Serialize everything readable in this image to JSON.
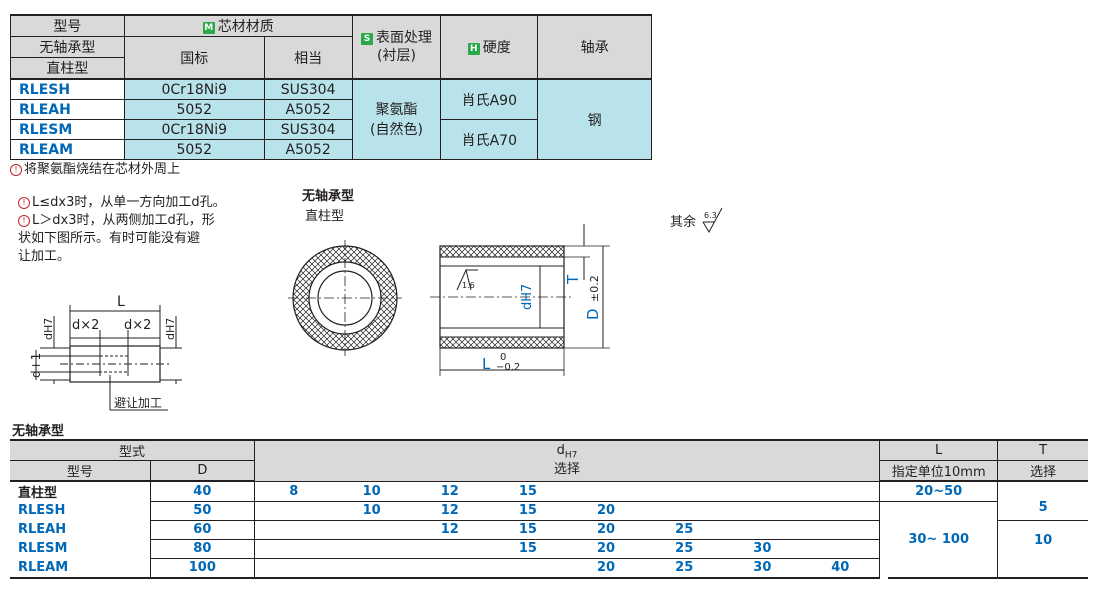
{
  "material_table": {
    "col_model": "型号",
    "col_core_material": "芯材材质",
    "badge_m": "M",
    "badge_s": "S",
    "badge_h": "H",
    "sub_no_bearing": "无轴承型",
    "sub_straight": "直柱型",
    "col_national": "国标",
    "col_equivalent": "相当",
    "col_surface": "表面处理",
    "col_surface2": "(衬层)",
    "col_hardness": "硬度",
    "col_bearing": "轴承",
    "rows": [
      {
        "model": "RLESH",
        "national": "0Cr18Ni9",
        "equivalent": "SUS304"
      },
      {
        "model": "RLEAH",
        "national": "5052",
        "equivalent": "A5052"
      },
      {
        "model": "RLESM",
        "national": "0Cr18Ni9",
        "equivalent": "SUS304"
      },
      {
        "model": "RLEAM",
        "national": "5052",
        "equivalent": "A5052"
      }
    ],
    "surface_value_1": "聚氨酯",
    "surface_value_2": "(自然色)",
    "hardness_1": "肖氏A90",
    "hardness_2": "肖氏A70",
    "bearing_value": "钢",
    "footnote": "将聚氨酯烧结在芯材外周上"
  },
  "notes": {
    "line1": "L≤dx3时，从单一方向加工d孔。",
    "line2a": "L＞dx3时，从两侧加工d孔，形",
    "line2b": "状如下图所示。有时可能没有避",
    "line2c": "让加工。"
  },
  "drawing": {
    "title1": "无轴承型",
    "title2": "直柱型",
    "rest": "其余",
    "roughness_main": "6.3",
    "roughness_bore": "1.6",
    "label_L": "L",
    "label_dx2_left": "d×2",
    "label_dx2_right": "d×2",
    "label_dh7": "dH7",
    "label_d1": "d+1",
    "label_relief": "避让加工",
    "label_T": "T",
    "label_D": "D",
    "label_D_tol": "±0.2",
    "label_L_tol_upper": "0",
    "label_L_tol_lower": "−0.2"
  },
  "dim_table": {
    "title": "无轴承型",
    "col_type": "型式",
    "col_model": "型号",
    "col_D": "D",
    "col_d": "d",
    "col_d_sub": "H7",
    "col_d_sel": "选择",
    "col_L": "L",
    "col_L_sub": "指定单位10mm",
    "col_T": "T",
    "col_T_sel": "选择",
    "rows": [
      {
        "model": "直柱型",
        "D": "40",
        "d": [
          "8",
          "10",
          "12",
          "15",
          "",
          "",
          "",
          ""
        ],
        "L": "20~50",
        "T": ""
      },
      {
        "model": "RLESH",
        "D": "50",
        "d": [
          "",
          "10",
          "12",
          "15",
          "20",
          "",
          "",
          ""
        ],
        "L": "",
        "T": "5"
      },
      {
        "model": "RLEAH",
        "D": "60",
        "d": [
          "",
          "",
          "12",
          "15",
          "20",
          "25",
          "",
          ""
        ],
        "L": "30~ 100",
        "T": ""
      },
      {
        "model": "RLESM",
        "D": "80",
        "d": [
          "",
          "",
          "",
          "15",
          "20",
          "25",
          "30",
          ""
        ],
        "L": "",
        "T": "10"
      },
      {
        "model": "RLEAM",
        "D": "100",
        "d": [
          "",
          "",
          "",
          "",
          "20",
          "25",
          "30",
          "40"
        ],
        "L": "",
        "T": ""
      }
    ]
  }
}
